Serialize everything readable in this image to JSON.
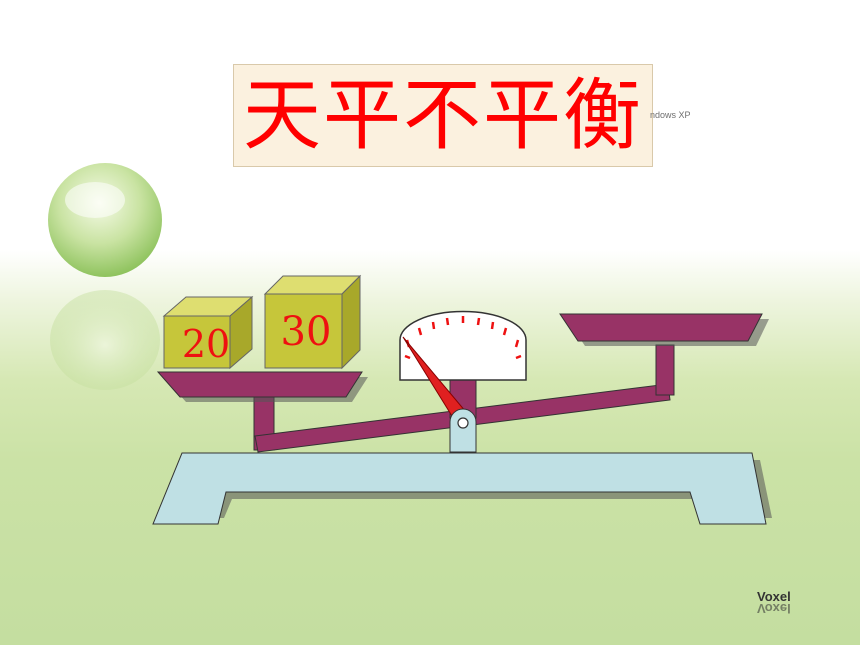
{
  "title": "天平不平衡",
  "watermark": "ndows XP",
  "brand": "Voxel",
  "weights": [
    {
      "label": "20"
    },
    {
      "label": "30"
    }
  ],
  "colors": {
    "title_red": "#ff0000",
    "title_bg": "#fbf1df",
    "beam": "#983366",
    "base": "#bfe0e4",
    "weight_face": "#c6c63a",
    "weight_top": "#dede70",
    "weight_side": "#a8a82a",
    "needle": "#e02020",
    "tick": "#ee1111"
  }
}
